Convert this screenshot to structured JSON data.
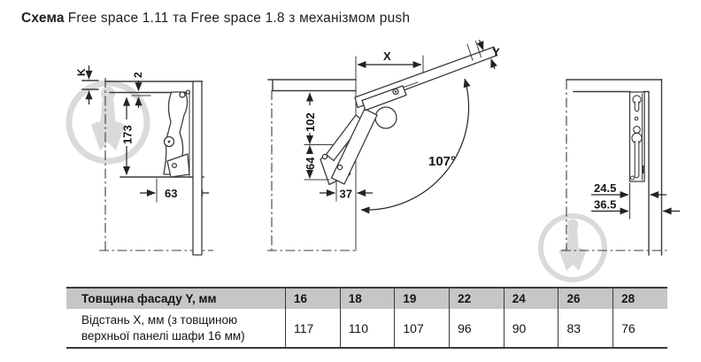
{
  "title": {
    "prefix": "Схема",
    "rest": "Free space 1.11 та Free space 1.8 з механізмом push"
  },
  "dims": {
    "k": "K",
    "gap2": "2",
    "h173": "173",
    "w63": "63",
    "x": "X",
    "y": "Y",
    "h102": "102",
    "h64": "64",
    "w37": "37",
    "angle": "107°",
    "d245": "24.5",
    "d365": "36.5"
  },
  "table": {
    "header": {
      "label": "Товщина фасаду Y, мм",
      "values": [
        "16",
        "18",
        "19",
        "22",
        "24",
        "26",
        "28"
      ]
    },
    "row": {
      "label_lines": [
        "Відстань X, мм (з товщиною",
        "верхньої панелі шафи 16 мм)"
      ],
      "values": [
        "117",
        "110",
        "107",
        "96",
        "90",
        "83",
        "76"
      ]
    }
  },
  "colors": {
    "line": "#3c3c3c",
    "table_header_bg": "#c6c6c6",
    "watermark": "#dadada"
  }
}
